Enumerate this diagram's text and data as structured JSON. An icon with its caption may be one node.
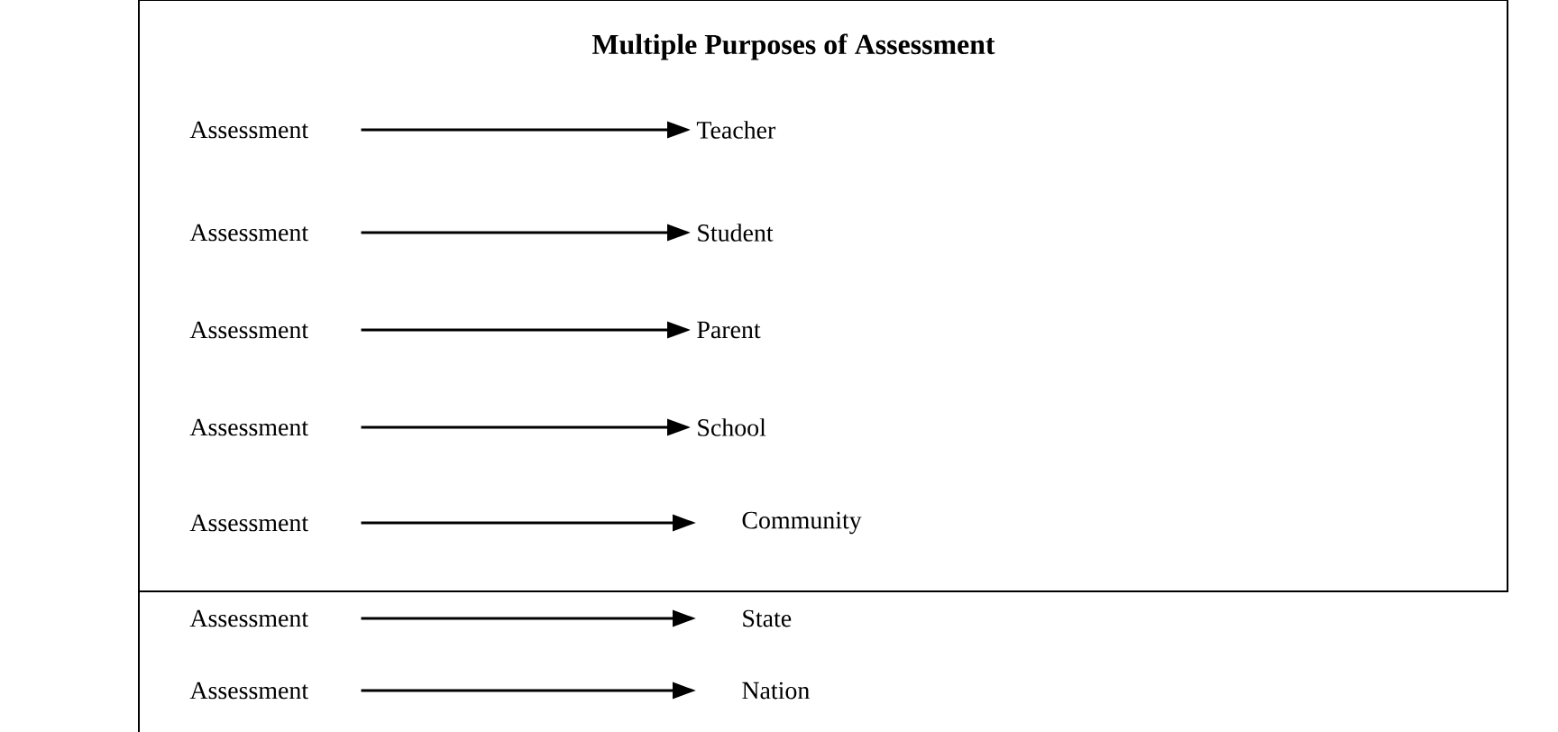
{
  "diagram": {
    "title": "Multiple Purposes of Assessment",
    "nodes": [
      {
        "text": [
          "Assessment"
        ]
      },
      {
        "text": [
          "Teacher"
        ]
      },
      {
        "text": [
          "Assessment"
        ]
      },
      {
        "text": [
          "Student"
        ]
      },
      {
        "text": [
          "Assessment"
        ]
      },
      {
        "text": [
          "Parent"
        ]
      },
      {
        "text": [
          "Assessment"
        ]
      },
      {
        "text": [
          "School"
        ]
      },
      {
        "text": [
          "Assessment"
        ]
      },
      {
        "text": [
          "Community"
        ]
      },
      {
        "text": [
          "Assessment"
        ]
      },
      {
        "text": [
          "State"
        ]
      },
      {
        "text": [
          "Assessment"
        ]
      },
      {
        "text": [
          "Nation"
        ]
      }
    ],
    "edges": [
      {
        "from": 0,
        "to": 1,
        "arrow": "to"
      },
      {
        "from": 2,
        "to": 3,
        "arrow": "to"
      },
      {
        "from": 4,
        "to": 5,
        "arrow": "to"
      },
      {
        "from": 6,
        "to": 7,
        "arrow": "to"
      },
      {
        "from": 8,
        "to": 9,
        "arrow": "to"
      },
      {
        "from": 10,
        "to": 11,
        "arrow": "to"
      },
      {
        "from": 12,
        "to": 13,
        "arrow": "to"
      }
    ]
  }
}
